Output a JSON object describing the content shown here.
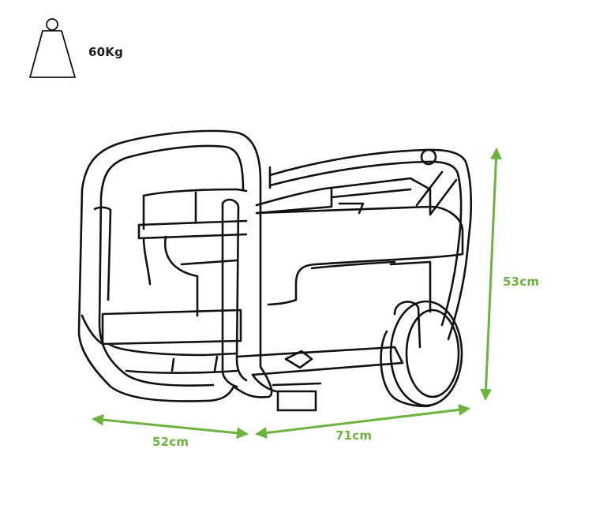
{
  "weight": {
    "value": "60Kg",
    "icon": "weight-icon"
  },
  "dimensions": {
    "width": "52cm",
    "length": "71cm",
    "height": "53cm"
  },
  "colors": {
    "accent": "#6db33f",
    "outline": "#111111"
  },
  "product": {
    "icon": "generator-outline-icon"
  }
}
